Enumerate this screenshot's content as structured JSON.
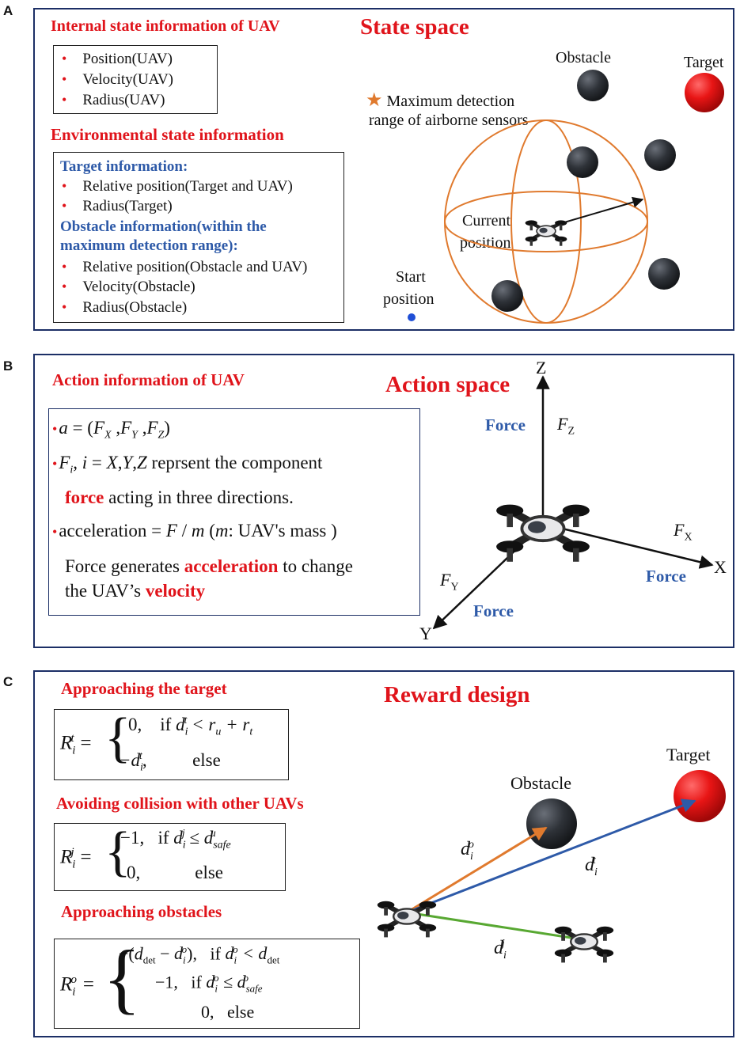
{
  "panel_a": {
    "letter": "A",
    "title": "State space",
    "internal_heading": "Internal state information of UAV",
    "internal_items": [
      "Position(UAV)",
      "Velocity(UAV)",
      "Radius(UAV)"
    ],
    "env_heading": "Environmental state information",
    "target_heading": "Target information:",
    "target_items": [
      "Relative position(Target and UAV)",
      "Radius(Target)"
    ],
    "obstacle_heading_1": "Obstacle information(within the",
    "obstacle_heading_2": "maximum detection range):",
    "obstacle_items": [
      "Relative position(Obstacle and UAV)",
      "Velocity(Obstacle)",
      "Radius(Obstacle)"
    ],
    "obstacle_label": "Obstacle",
    "target_label": "Target",
    "detection_label_1": "Maximum detection",
    "detection_label_2": "range of airborne sensors",
    "current_label_1": "Current",
    "current_label_2": "position",
    "start_label_1": "Start",
    "start_label_2": "position"
  },
  "panel_b": {
    "letter": "B",
    "title": "Action space",
    "heading": "Action information of UAV",
    "eq1": "a = (F",
    "line2_tail": "reprsent  the component",
    "line3_bold": "force",
    "line3_rest": " acting in three directions.",
    "line4": "acceleration = F / m  (m: UAV's mass )",
    "line5_a": "Force generates ",
    "line5_b": "acceleration",
    "line5_c": " to change",
    "line6_a": "the UAV’s ",
    "line6_b": "velocity",
    "axis_z": "Z",
    "axis_x": "X",
    "axis_y": "Y",
    "force_label": "Force",
    "fz": "F",
    "fz_sub": "Z",
    "fx": "F",
    "fx_sub": "X",
    "fy": "F",
    "fy_sub": "Y"
  },
  "panel_c": {
    "letter": "C",
    "title": "Reward design",
    "h1": "Approaching the target",
    "h2": "Avoiding collision with other UAVs",
    "h3": "Approaching obstacles",
    "obstacle_label": "Obstacle",
    "target_label": "Target",
    "else": "else",
    "if": "if"
  },
  "colors": {
    "red": "#e0141b",
    "blue": "#2e5aa8",
    "orange": "#e07a2e",
    "navy": "#1c2f66",
    "green": "#58a832"
  }
}
